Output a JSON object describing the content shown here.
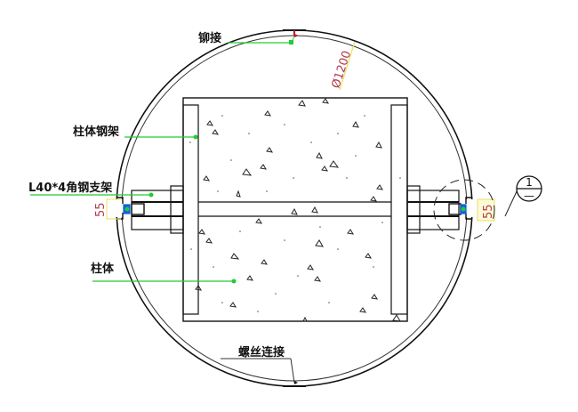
{
  "drawing": {
    "type": "column-in-steel-tube cross-section",
    "diameter_label": "Ø1200",
    "labels": {
      "rivet": "铆接",
      "column_steel_frame": "柱体钢架",
      "angle_bracket": "L40*4角钢支架",
      "column_body": "柱体",
      "bolted_connection": "螺丝连接"
    },
    "dimensions": {
      "left_gap": "55",
      "right_gap": "55"
    },
    "detail_callout": {
      "number": "1",
      "sheet": "—"
    },
    "colors": {
      "outline": "#111111",
      "leader_green": "#22cc33",
      "dimension_text": "#b23a4a",
      "dimension_line": "#e8e060",
      "rivet_marker": "#c0102a",
      "bracket_blue": "#1060e0"
    }
  }
}
